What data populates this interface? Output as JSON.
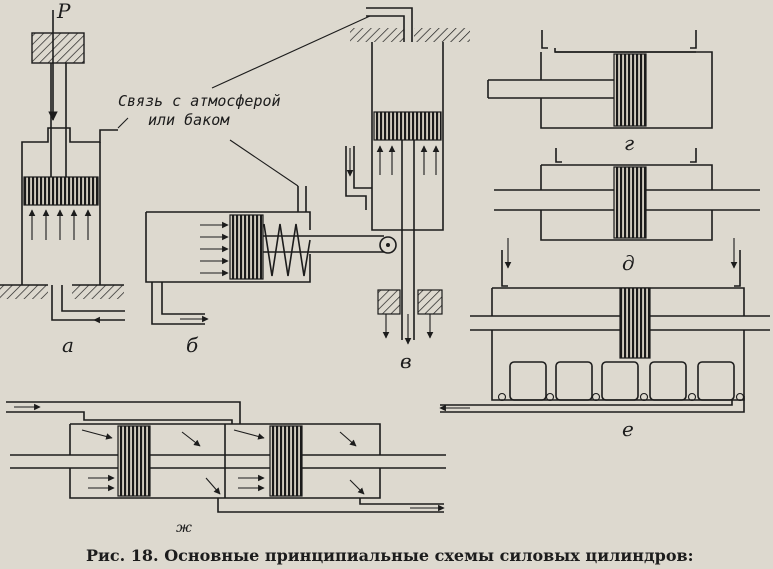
{
  "figure": {
    "load_label": "P",
    "annotation_line1": "Связь с атмосферой",
    "annotation_line2": "или баком",
    "labels": {
      "a": "а",
      "b": "б",
      "v": "в",
      "g": "г",
      "d": "д",
      "e": "е",
      "zh": "ж"
    },
    "caption": "Рис. 18. Основные принципиальные схемы силовых цилиндров:"
  }
}
